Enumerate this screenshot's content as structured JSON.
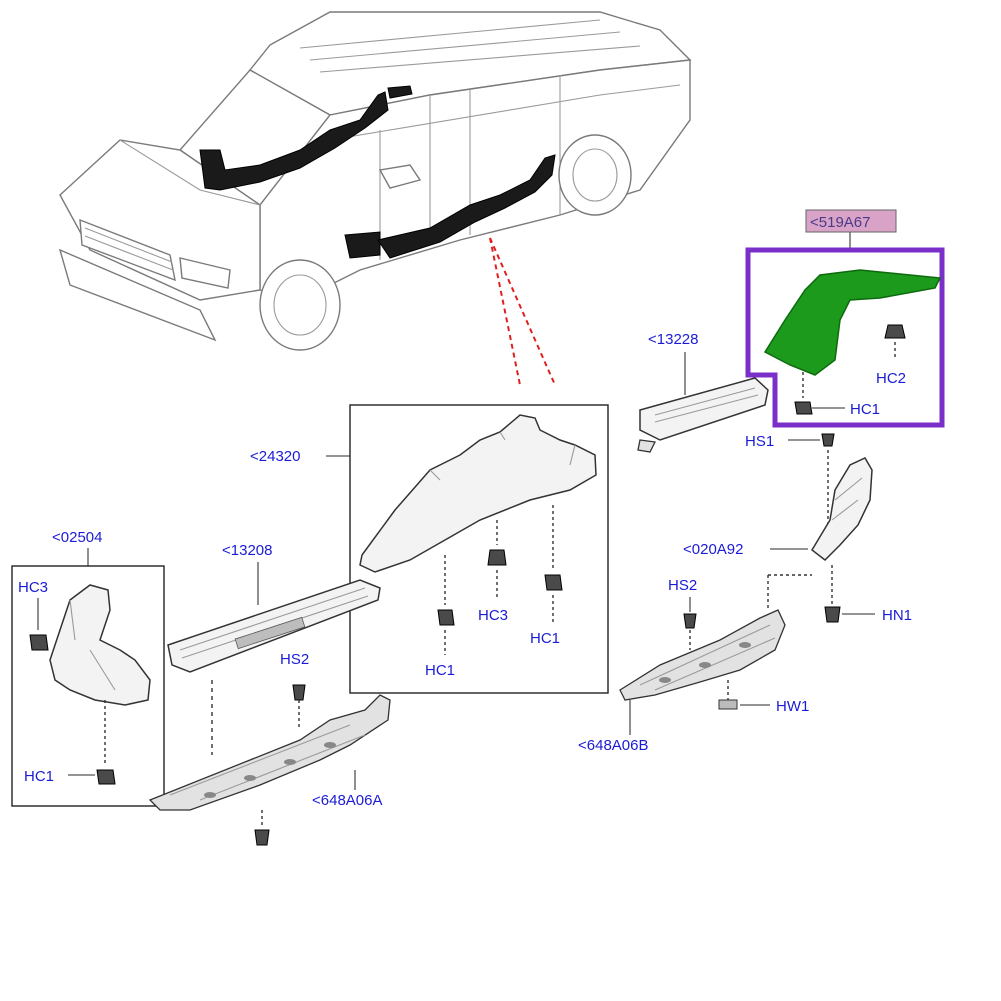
{
  "colors": {
    "label_blue": "#1b1bd6",
    "highlight_frame": "#7b2fc9",
    "highlight_part": "#1c9a1c",
    "highlight_tag_bg": "#d9a3c8",
    "pointer_red": "#e02020"
  },
  "labels": {
    "part_519A67": "<519A67",
    "part_13228": "<13228",
    "part_24320": "<24320",
    "part_02504": "<02504",
    "part_13208": "<13208",
    "part_020A92": "<020A92",
    "part_648A06A": "<648A06A",
    "part_648A06B": "<648A06B",
    "hc2_top": "HC2",
    "hc1_top": "HC1",
    "hs1": "HS1",
    "hs2_right": "HS2",
    "hn1": "HN1",
    "hw1": "HW1",
    "hc3_center": "HC3",
    "hc1_center_right": "HC1",
    "hc1_center_left": "HC1",
    "hs2_left": "HS2",
    "hc3_left": "HC3",
    "hc1_left": "HC1"
  }
}
